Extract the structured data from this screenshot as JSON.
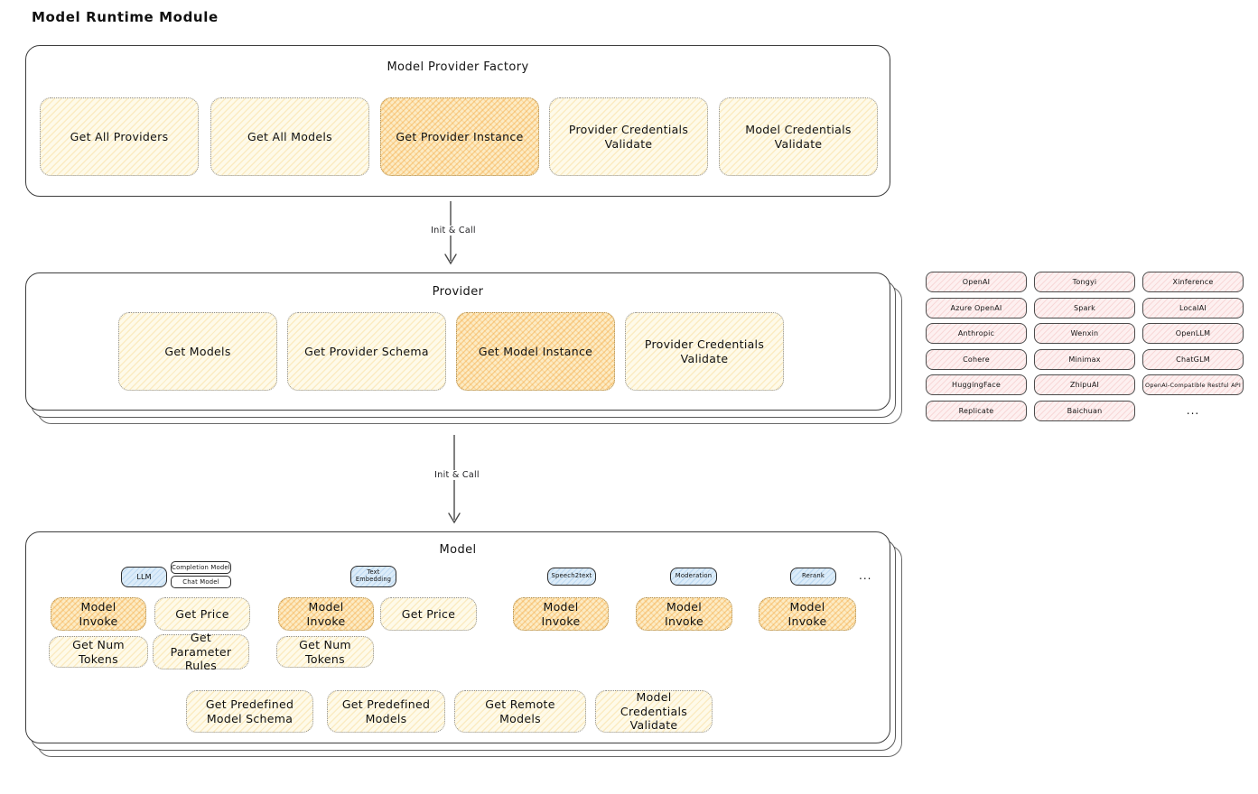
{
  "title": "Model Runtime Module",
  "colors": {
    "box_yellow": "#fefae9",
    "box_orange_highlight": "#fcebc4",
    "provider_pink": "#fdf0f0",
    "tab_blue": "#dcecf9",
    "outline": "#3d3d3d"
  },
  "factory": {
    "title": "Model Provider Factory",
    "methods": [
      "Get All Providers",
      "Get All Models",
      "Get Provider Instance",
      "Provider Credentials Validate",
      "Model Credentials Validate"
    ]
  },
  "arrow1": {
    "label": "Init & Call"
  },
  "arrow2": {
    "label": "Init & Call"
  },
  "provider": {
    "title": "Provider",
    "methods": [
      "Get Models",
      "Get Provider Schema",
      "Get Model Instance",
      "Provider Credentials Validate"
    ]
  },
  "provider_list": {
    "rows": [
      [
        "OpenAI",
        "Tongyi",
        "Xinference"
      ],
      [
        "Azure OpenAI",
        "Spark",
        "LocalAI"
      ],
      [
        "Anthropic",
        "Wenxin",
        "OpenLLM"
      ],
      [
        "Cohere",
        "Minimax",
        "ChatGLM"
      ],
      [
        "HuggingFace",
        "ZhipuAI",
        "OpenAI-Compatible Restful API"
      ],
      [
        "Replicate",
        "Baichuan",
        "..."
      ]
    ]
  },
  "model": {
    "title": "Model",
    "tabs": {
      "llm": "LLM",
      "completion_model": "Completion Model",
      "chat_model": "Chat Model",
      "text_embedding": "Text Embedding",
      "speech2text": "Speech2text",
      "moderation": "Moderation",
      "rerank": "Rerank",
      "more": "..."
    },
    "methods": {
      "model_invoke": "Model Invoke",
      "get_price": "Get Price",
      "get_num_tokens": "Get Num Tokens",
      "get_parameter_rules": "Get Parameter Rules",
      "get_predefined_model_schema": "Get Predefined Model Schema",
      "get_predefined_models": "Get Predefined Models",
      "get_remote_models": "Get Remote Models",
      "model_credentials_validate": "Model Credentials Validate"
    }
  }
}
